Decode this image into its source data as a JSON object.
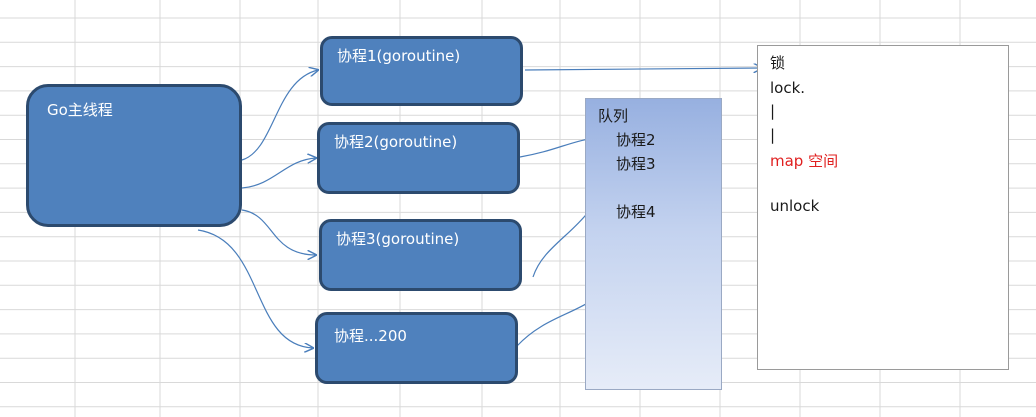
{
  "main_thread": {
    "label": "Go主线程"
  },
  "goroutines": [
    {
      "label": "协程1(goroutine)"
    },
    {
      "label": "协程2(goroutine)"
    },
    {
      "label": "协程3(goroutine)"
    },
    {
      "label": "协程...200"
    }
  ],
  "queue": {
    "title": "队列",
    "items": [
      "协程2",
      "协程3",
      "协程4"
    ]
  },
  "lock_panel": {
    "lock_char": "锁",
    "lock_text": "lock.",
    "bar1": "|",
    "bar2": "|",
    "map_text": "map 空间",
    "unlock_text": "unlock"
  },
  "colors": {
    "box_fill": "#4f81bd",
    "box_border": "#2c4a6e",
    "arrow": "#4a7ebb",
    "highlight": "#e02020",
    "grid": "#d9d9d9"
  }
}
